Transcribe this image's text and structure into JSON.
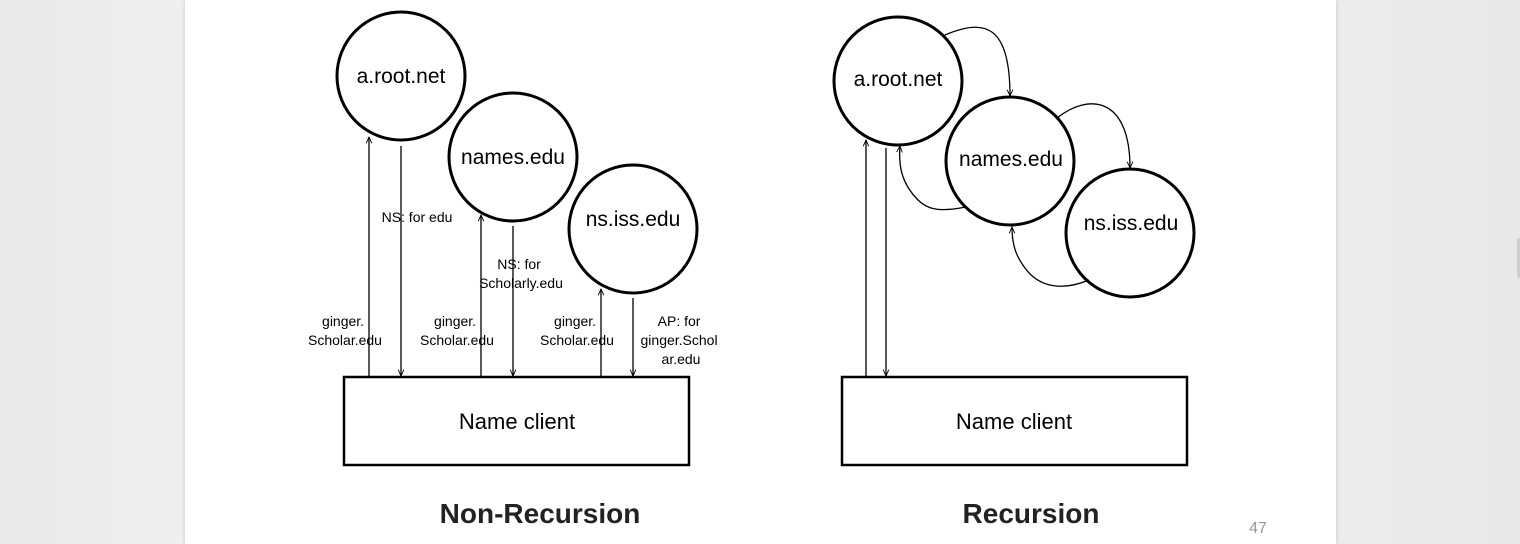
{
  "slide": {
    "page_number": "47"
  },
  "non_recursion": {
    "title": "Non-Recursion",
    "nodes": {
      "root": "a.root.net",
      "names": "names.edu",
      "nsiss": "ns.iss.edu"
    },
    "client": "Name client",
    "labels": {
      "query1": [
        "ginger.",
        "Scholar.edu"
      ],
      "reply1": "NS: for edu",
      "query2": [
        "ginger.",
        "Scholar.edu"
      ],
      "reply2": [
        "NS: for",
        "Scholarly.edu"
      ],
      "query3": [
        "ginger.",
        "Scholar.edu"
      ],
      "reply3": [
        "AP: for",
        "ginger.Schol",
        "ar.edu"
      ]
    }
  },
  "recursion": {
    "title": "Recursion",
    "nodes": {
      "root": "a.root.net",
      "names": "names.edu",
      "nsiss": "ns.iss.edu"
    },
    "client": "Name client"
  },
  "colors": {
    "slide_background": "#ffffff",
    "viewer_background": "#ececec",
    "stroke": "#000000",
    "title": "#222222",
    "page_number": "#999999"
  }
}
